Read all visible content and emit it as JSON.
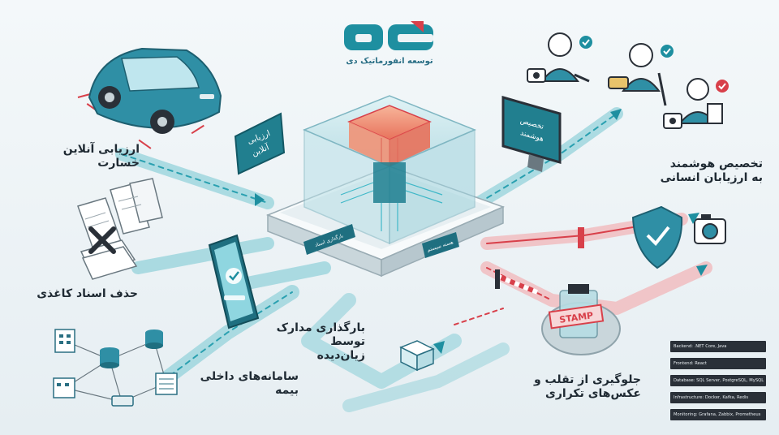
{
  "brand": {
    "name": "توسعه انفورماتیک دی",
    "accent": "#1e8fa0",
    "red": "#d8404a"
  },
  "labels": {
    "online_assessment": [
      "ارزیابی آنلاین",
      "خسارت"
    ],
    "remove_paper": "حذف اسناد کاغذی",
    "internal_systems": [
      "سامانه‌های داخلی",
      "بیمه"
    ],
    "doc_upload": [
      "بارگذاری مدارک",
      "توسط",
      "زیان‌دیده"
    ],
    "fraud_prevention": [
      "جلوگیری از تقلب و",
      "عکس‌های تکراری"
    ],
    "smart_assignment": [
      "تخصیص هوشمند",
      "به ارزیابان انسانی"
    ]
  },
  "signs": {
    "online_sign": [
      "ارزیابی",
      "آنلاین"
    ],
    "smart_sign": [
      "تخصیص",
      "هوشمند"
    ],
    "hub_left": "بارگذاری اسناد",
    "hub_right": "هسته سیستم",
    "stamp": "STAMP"
  },
  "tech_stack": [
    "Backend: .NET Core, Java",
    "Frontend: React",
    "Database: SQL Server, PostgreSQL, MySQL",
    "Infrastructure: Docker, Kafka, Redis",
    "Monitoring: Grafana, Zabbix, Prometheus"
  ]
}
